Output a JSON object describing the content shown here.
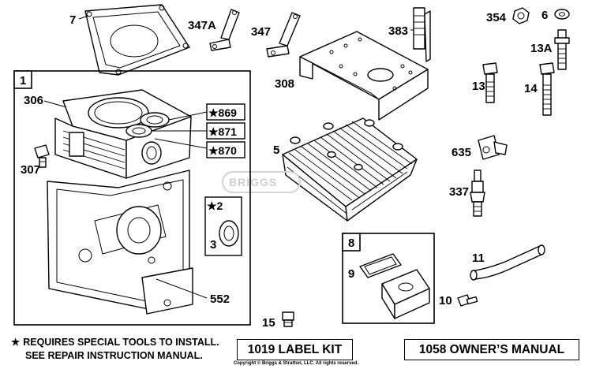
{
  "callouts": {
    "c7": "7",
    "c347a": "347A",
    "c347": "347",
    "c383": "383",
    "c354": "354",
    "c6": "6",
    "c13a": "13A",
    "c1": "1",
    "c306": "306",
    "c869": "★869",
    "c871": "★871",
    "c870": "★870",
    "c307": "307",
    "c308": "308",
    "c13": "13",
    "c14": "14",
    "c5": "5",
    "c635": "635",
    "c337": "337",
    "c2": "★2",
    "c3": "3",
    "c8": "8",
    "c9": "9",
    "c11": "11",
    "c552": "552",
    "c10": "10",
    "c15": "15"
  },
  "watermark": "BRIGGS",
  "note": {
    "star": "★",
    "line1": "REQUIRES SPECIAL TOOLS TO INSTALL.",
    "line2": "SEE REPAIR INSTRUCTION MANUAL."
  },
  "kits": {
    "label_kit": "1019 LABEL KIT",
    "owners_manual": "1058 OWNER’S MANUAL"
  },
  "copyright": "Copyright © Briggs & Stratton, LLC. All rights reserved."
}
